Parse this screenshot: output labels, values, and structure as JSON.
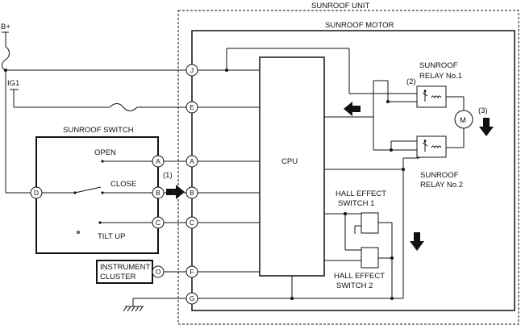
{
  "labels": {
    "sunroof_unit": "SUNROOF UNIT",
    "sunroof_motor": "SUNROOF MOTOR",
    "b_plus": "B+",
    "ig1": "IG1",
    "cpu": "CPU",
    "sunroof_switch": "SUNROOF SWITCH",
    "open": "OPEN",
    "close": "CLOSE",
    "tilt_up": "TILT UP",
    "instrument_cluster_line1": "INSTRUMENT",
    "instrument_cluster_line2": "CLUSTER",
    "relay1_line1": "SUNROOF",
    "relay1_line2": "RELAY No.1",
    "relay2_line1": "SUNROOF",
    "relay2_line2": "RELAY No.2",
    "hall1_line1": "HALL EFFECT",
    "hall1_line2": "SWITCH 1",
    "hall2_line1": "HALL EFFECT",
    "hall2_line2": "SWITCH 2",
    "motor_symbol": "M",
    "callout_1": "(1)",
    "callout_2": "(2)",
    "callout_3": "(3)"
  },
  "connectors": {
    "J": "J",
    "E": "E",
    "A": "A",
    "B": "B",
    "C": "C",
    "F": "F",
    "G": "G",
    "switch_A": "A",
    "switch_B": "B",
    "switch_C": "C",
    "switch_D": "D",
    "cluster_O": "O"
  }
}
